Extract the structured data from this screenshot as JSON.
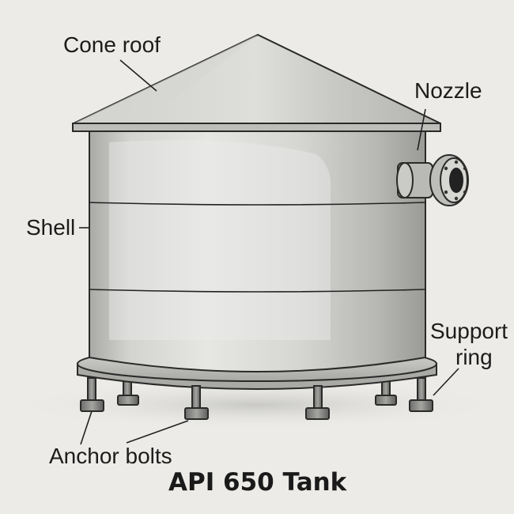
{
  "title": "API 650 Tank",
  "labels": {
    "cone_roof": "Cone roof",
    "nozzle": "Nozzle",
    "shell": "Shell",
    "support_ring_line1": "Support",
    "support_ring_line2": "ring",
    "anchor_bolts": "Anchor bolts"
  },
  "colors": {
    "background": "#ecebe7",
    "metal_light": "#dcdcd8",
    "metal_mid": "#c2c2bf",
    "metal_dark": "#9d9d9a",
    "outline": "#2a2a2a"
  },
  "icons": {
    "nozzle": "flange-nozzle-icon",
    "bolt": "hex-nut-bolt-icon"
  }
}
